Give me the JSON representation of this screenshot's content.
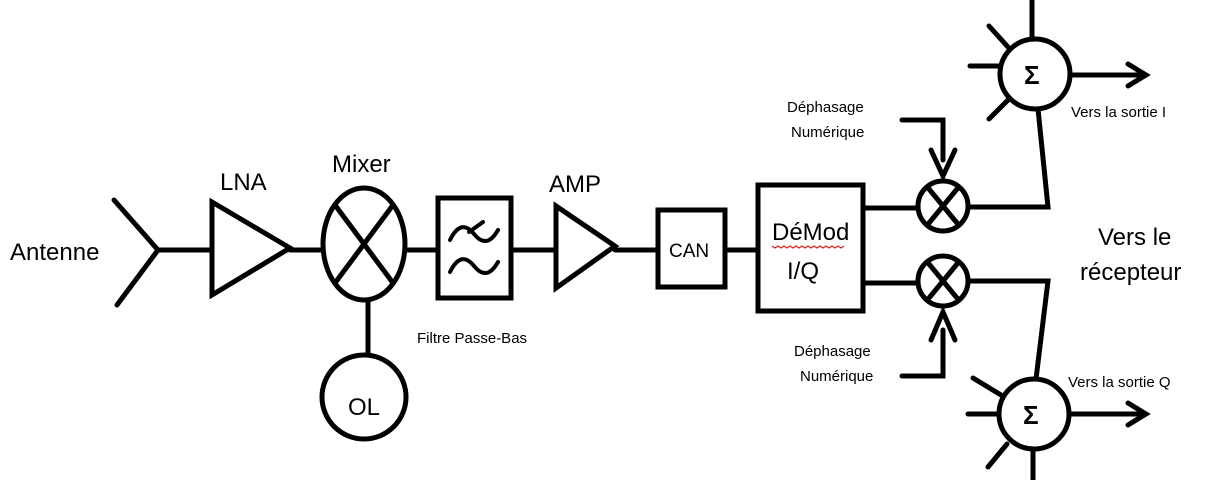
{
  "labels": {
    "antenne": "Antenne",
    "lna": "LNA",
    "mixer": "Mixer",
    "ol": "OL",
    "filtre": "Filtre Passe-Bas",
    "amp": "AMP",
    "can": "CAN",
    "demod_line1": "DéMod",
    "demod_line2": "I/Q",
    "dephasage_top_1": "Déphasage",
    "dephasage_top_2": "Numérique",
    "dephasage_bottom_1": "Déphasage",
    "dephasage_bottom_2": "Numérique",
    "sum_symbol": "Σ",
    "sortie_i": "Vers la sortie I",
    "sortie_q": "Vers la sortie Q",
    "recepteur_line1": "Vers le",
    "recepteur_line2": "récepteur"
  },
  "colors": {
    "stroke": "#000000",
    "background": "#ffffff",
    "spellcheck_underline": "#d9261c"
  }
}
